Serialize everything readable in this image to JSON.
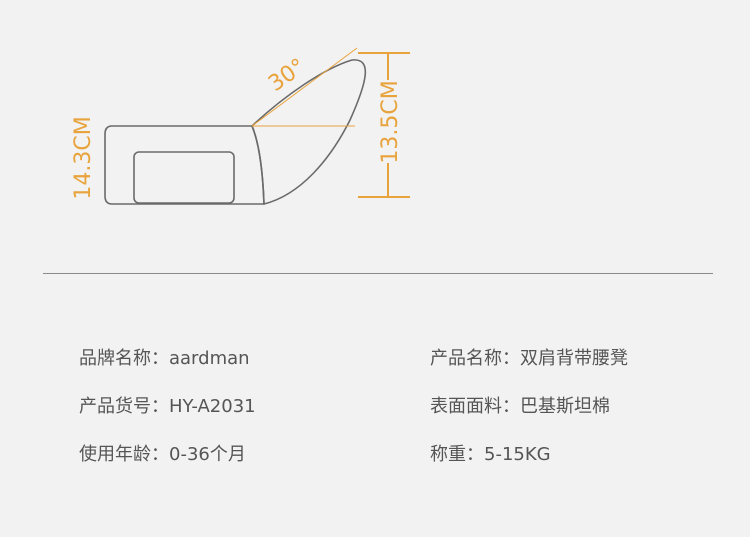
{
  "dimensions": {
    "height_left": "14.3CM",
    "height_right": "13.5CM",
    "angle": "30°"
  },
  "specs": [
    {
      "label": "品牌名称：",
      "value": "aardman"
    },
    {
      "label": "产品名称：",
      "value": "双肩背带腰凳"
    },
    {
      "label": "产品货号：",
      "value": "HY-A2031"
    },
    {
      "label": "表面面料：",
      "value": "巴基斯坦棉"
    },
    {
      "label": "使用年龄：",
      "value": "0-36个月"
    },
    {
      "label": "称重：",
      "value": "5-15KG"
    }
  ],
  "colors": {
    "dimension": "#e8a33c",
    "outline": "#6a6a6a",
    "text": "#555555",
    "background": "#f2f2f2"
  }
}
